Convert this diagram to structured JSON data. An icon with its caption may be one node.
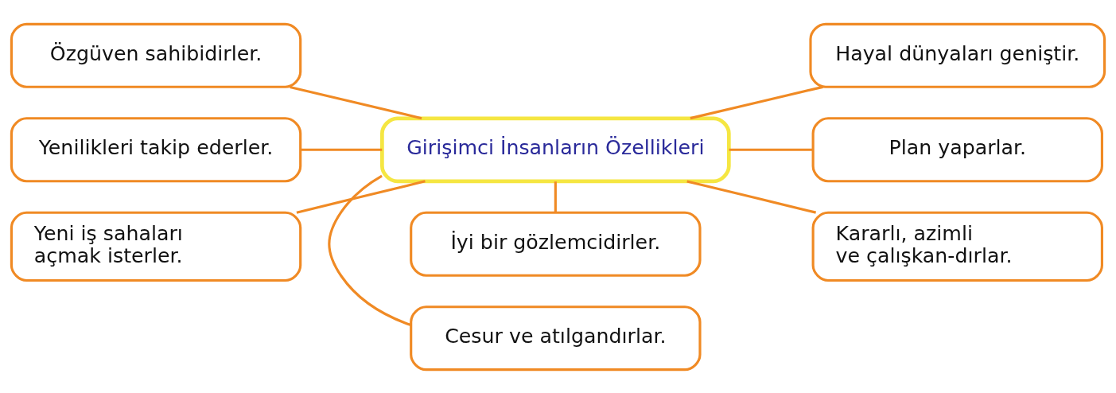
{
  "diagram": {
    "nodes": [
      {
        "text": [
          "Girişimci İnsanların Özellikleri"
        ]
      },
      {
        "text": [
          "Cesur ve atılgandırlar."
        ]
      },
      {
        "text": [
          "Özgüven sahibidirler."
        ]
      },
      {
        "text": [
          "Hayal dünyaları geniştir."
        ]
      },
      {
        "text": [
          "Yenilikleri takip ederler."
        ]
      },
      {
        "text": [
          "Plan yaparlar."
        ]
      },
      {
        "text": [
          "Yeni iş sahaları açmak isterler."
        ]
      },
      {
        "text": [
          "Kararlı, azimli ve çalışkan-dırlar."
        ]
      },
      {
        "text": [
          "İyi bir gözlemcidirler."
        ]
      }
    ],
    "edges": [
      {
        "from": 0,
        "to": 1,
        "arrow": "none"
      },
      {
        "from": 2,
        "to": 0,
        "arrow": "none"
      },
      {
        "from": 0,
        "to": 3,
        "arrow": "none"
      },
      {
        "from": 4,
        "to": 0,
        "arrow": "none"
      },
      {
        "from": 0,
        "to": 5,
        "arrow": "none"
      },
      {
        "from": 6,
        "to": 0,
        "arrow": "none"
      },
      {
        "from": 0,
        "to": 7,
        "arrow": "none"
      },
      {
        "from": 0,
        "to": 8,
        "arrow": "none"
      }
    ]
  }
}
